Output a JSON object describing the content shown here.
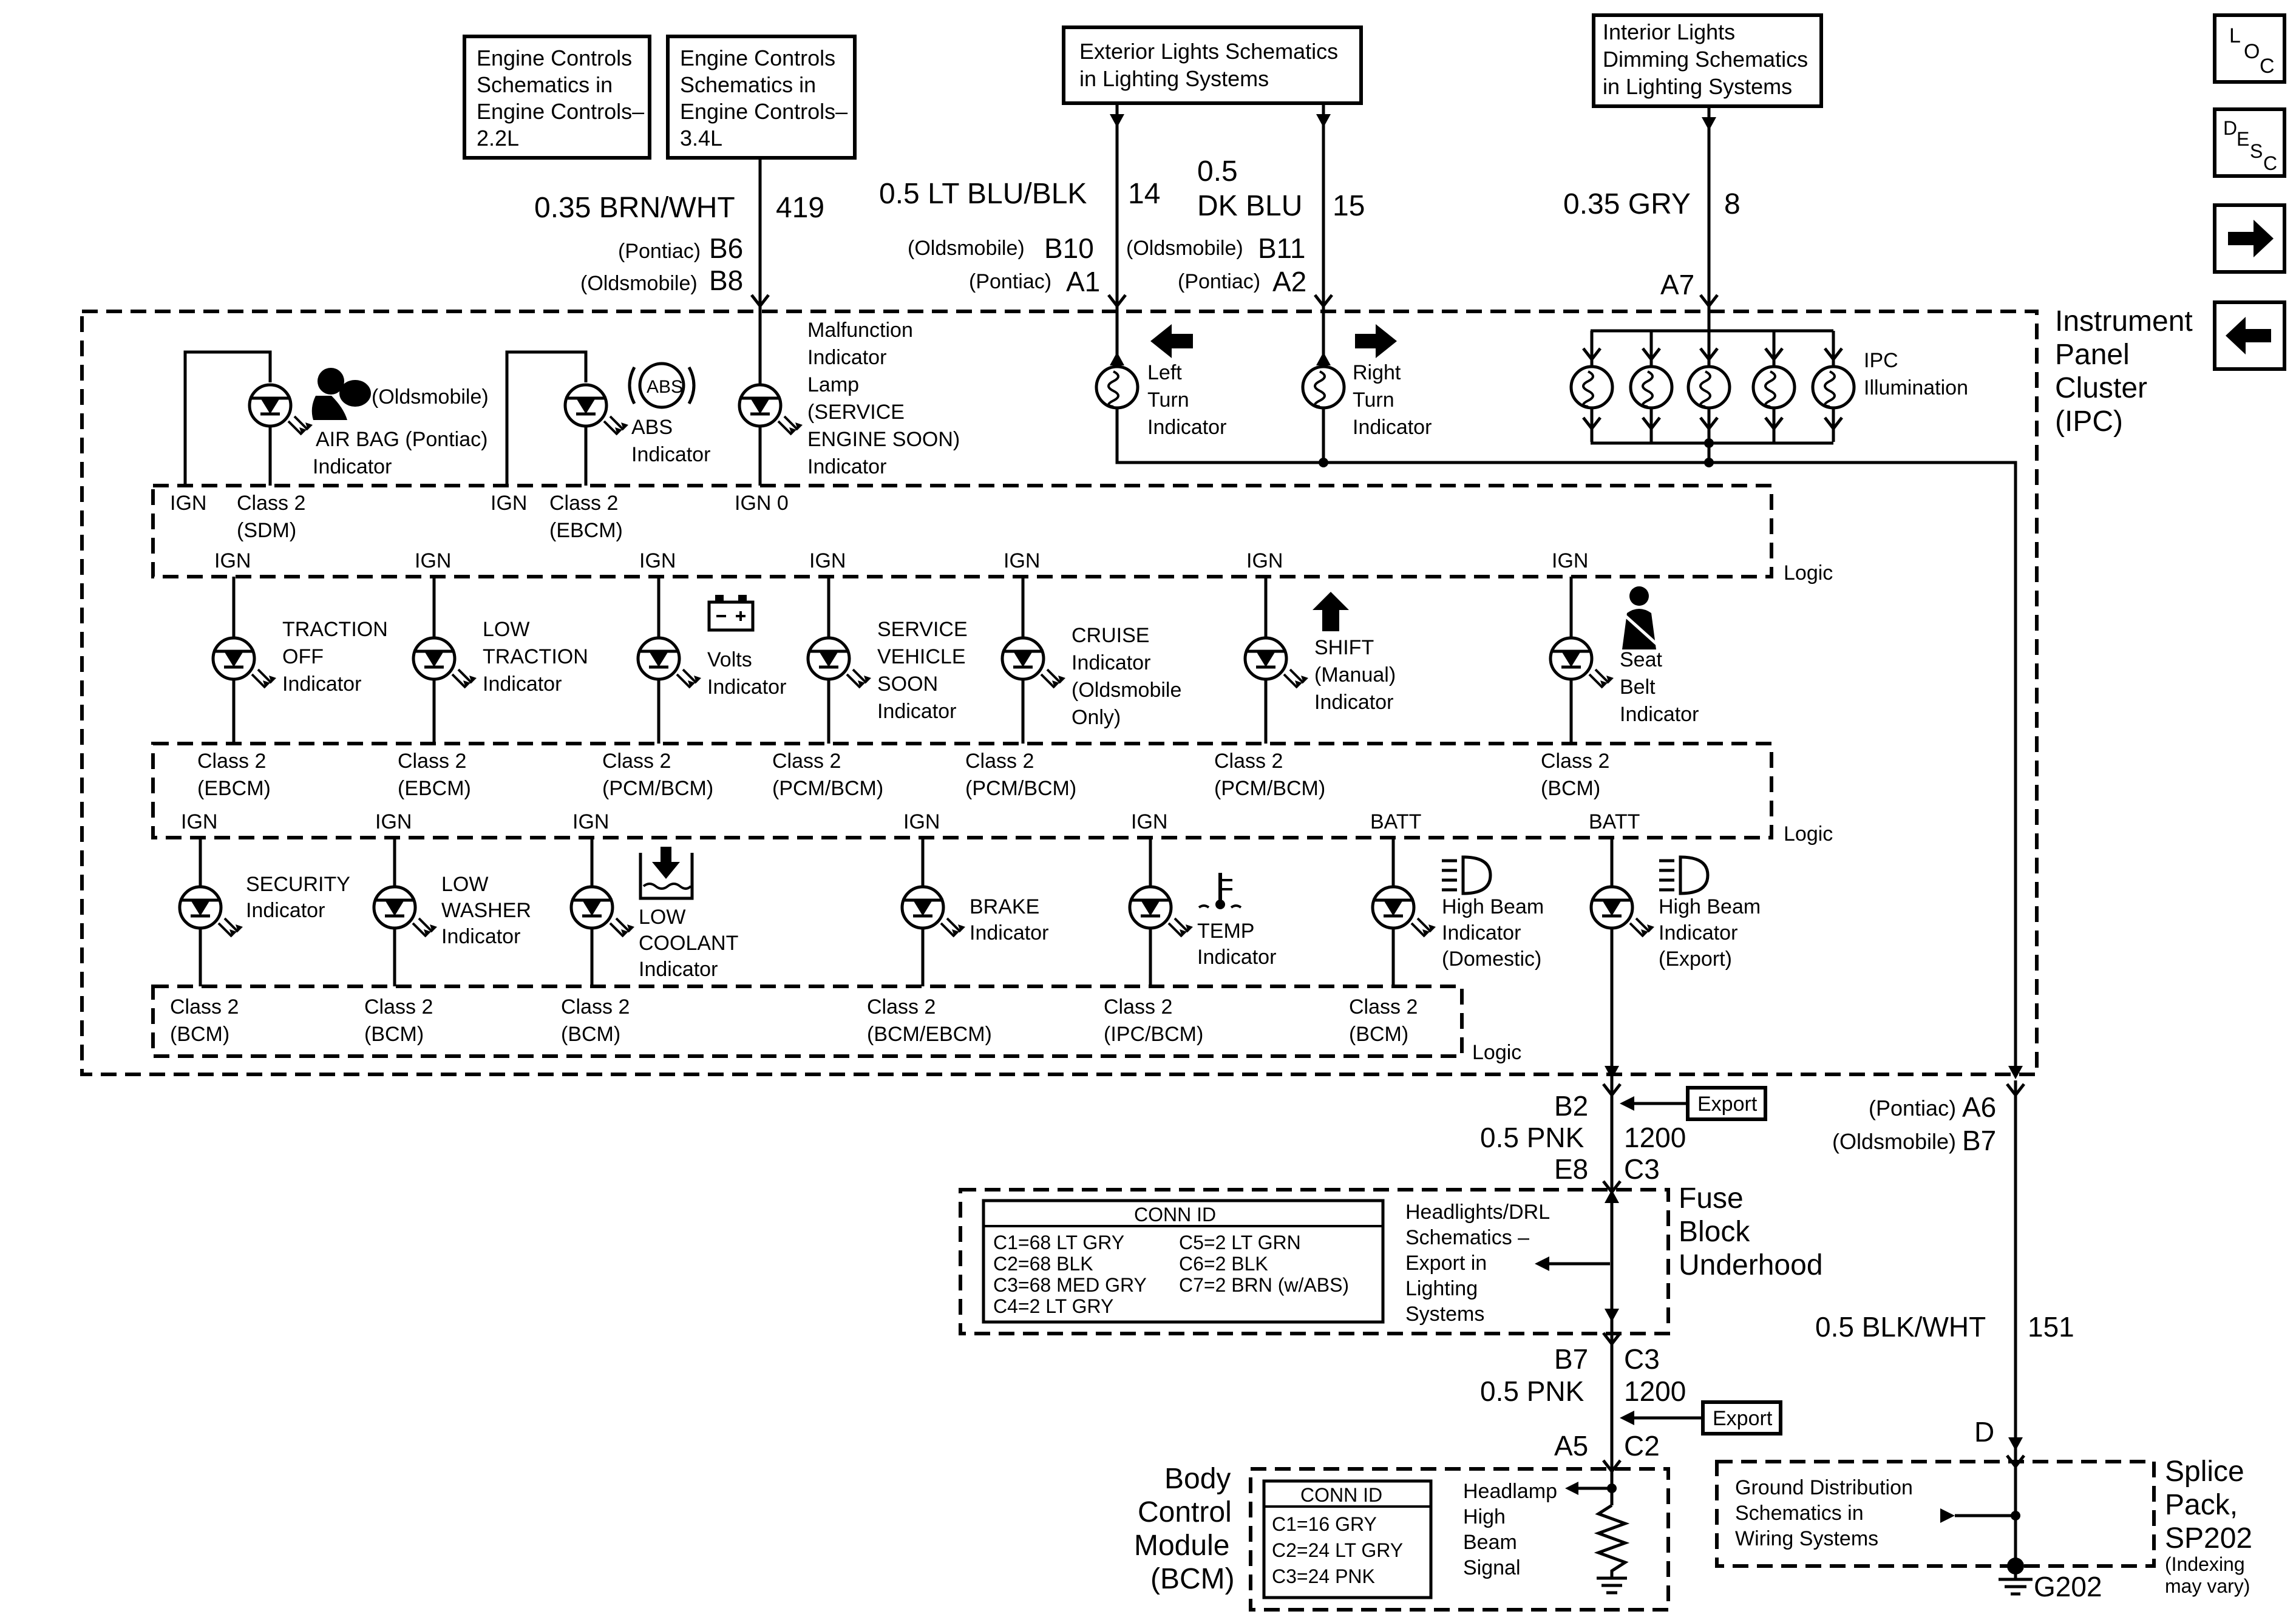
{
  "boxes": {
    "engine_22": [
      "Engine Controls",
      "Schematics in",
      "Engine Controls–",
      "2.2L"
    ],
    "engine_34": [
      "Engine Controls",
      "Schematics in",
      "Engine Controls–",
      "3.4L"
    ],
    "exterior": [
      "Exterior Lights Schematics",
      "in Lighting Systems"
    ],
    "interior": [
      "Interior Lights",
      "Dimming Schematics",
      "in Lighting Systems"
    ]
  },
  "nav": {
    "loc": "LOC",
    "desc": "DESC"
  },
  "top_wires": {
    "mil": {
      "wire": "0.35 BRN/WHT",
      "circuit": "419",
      "pin1_note": "(Pontiac)",
      "pin1": "B6",
      "pin2_note": "(Oldsmobile)",
      "pin2": "B8"
    },
    "left": {
      "wire": "0.5 LT BLU/BLK",
      "circuit": "14",
      "pin1_note": "(Oldsmobile)",
      "pin1": "B10",
      "pin2_note": "(Pontiac)",
      "pin2": "A1"
    },
    "right": {
      "wire_line1": "0.5",
      "wire_line2": "DK BLU",
      "circuit": "15",
      "pin1_note": "(Oldsmobile)",
      "pin1": "B11",
      "pin2_note": "(Pontiac)",
      "pin2": "A2"
    },
    "ipc": {
      "wire": "0.35 GRY",
      "circuit": "8",
      "pin": "A7"
    }
  },
  "ipc_label": [
    "Instrument",
    "Panel",
    "Cluster",
    "(IPC)"
  ],
  "row1": {
    "airbag": {
      "note1": "(Oldsmobile)",
      "label": [
        "AIR BAG (Pontiac)",
        "Indicator"
      ]
    },
    "abs": {
      "icon_text": "ABS",
      "label": [
        "ABS",
        "Indicator"
      ]
    },
    "mil": {
      "label": [
        "Malfunction",
        "Indicator",
        "Lamp",
        "(SERVICE",
        "ENGINE SOON)",
        "Indicator"
      ]
    },
    "left_turn": [
      "Left",
      "Turn",
      "Indicator"
    ],
    "right_turn": [
      "Right",
      "Turn",
      "Indicator"
    ],
    "ipc_illum": [
      "IPC",
      "Illumination"
    ],
    "ign": "IGN",
    "class2_sdm": [
      "Class 2",
      "(SDM)"
    ],
    "class2_ebcm": [
      "Class 2",
      "(EBCM)"
    ],
    "ign0": "IGN 0",
    "logic": "Logic"
  },
  "row2": {
    "items": [
      {
        "top": "IGN",
        "label": [
          "TRACTION",
          "OFF",
          "Indicator"
        ],
        "bottom": [
          "Class 2",
          "(EBCM)"
        ]
      },
      {
        "top": "IGN",
        "label": [
          "LOW",
          "TRACTION",
          "Indicator"
        ],
        "bottom": [
          "Class 2",
          "(EBCM)"
        ]
      },
      {
        "top": "IGN",
        "label": [
          "Volts",
          "Indicator"
        ],
        "bottom": [
          "Class 2",
          "(PCM/BCM)"
        ]
      },
      {
        "top": "IGN",
        "label": [
          "SERVICE",
          "VEHICLE",
          "SOON",
          "Indicator"
        ],
        "bottom": [
          "Class 2",
          "(PCM/BCM)"
        ]
      },
      {
        "top": "IGN",
        "label": [
          "CRUISE",
          "Indicator",
          "(Oldsmobile",
          "Only)"
        ],
        "bottom": [
          "Class 2",
          "(PCM/BCM)"
        ]
      },
      {
        "top": "IGN",
        "label": [
          "SHIFT",
          "(Manual)",
          "Indicator"
        ],
        "bottom": [
          "Class 2",
          "(PCM/BCM)"
        ]
      },
      {
        "top": "IGN",
        "label": [
          "Seat",
          "Belt",
          "Indicator"
        ],
        "bottom": [
          "Class 2",
          "(BCM)"
        ]
      }
    ],
    "logic": "Logic"
  },
  "row3": {
    "items": [
      {
        "top": "IGN",
        "label": [
          "SECURITY",
          "Indicator"
        ],
        "bottom": [
          "Class 2",
          "(BCM)"
        ]
      },
      {
        "top": "IGN",
        "label": [
          "LOW",
          "WASHER",
          "Indicator"
        ],
        "bottom": [
          "Class 2",
          "(BCM)"
        ]
      },
      {
        "top": "IGN",
        "label": [
          "LOW",
          "COOLANT",
          "Indicator"
        ],
        "bottom": [
          "Class 2",
          "(BCM)"
        ]
      },
      {
        "top": "IGN",
        "label": [
          "BRAKE",
          "Indicator"
        ],
        "bottom": [
          "Class 2",
          "(BCM/EBCM)"
        ]
      },
      {
        "top": "IGN",
        "label": [
          "TEMP",
          "Indicator"
        ],
        "bottom": [
          "Class 2",
          "(IPC/BCM)"
        ]
      },
      {
        "top": "BATT",
        "label": [
          "High Beam",
          "Indicator",
          "(Domestic)"
        ],
        "bottom": [
          "Class 2",
          "(BCM)"
        ]
      },
      {
        "top": "BATT",
        "label": [
          "High Beam",
          "Indicator",
          "(Export)"
        ]
      }
    ],
    "logic": "Logic"
  },
  "lower": {
    "export": "Export",
    "b2": "B2",
    "pnk1_wire": "0.5 PNK",
    "pnk1_circuit": "1200",
    "e8": "E8",
    "c3_top": "C3",
    "fuse_block": [
      "Fuse",
      "Block",
      "Underhood"
    ],
    "conn_fuse_title": "CONN ID",
    "conn_fuse": [
      "C1=68 LT GRY",
      "C2=68 BLK",
      "C3=68 MED GRY",
      "C4=2 LT GRY",
      "C5=2 LT GRN",
      "C6=2 BLK",
      "C7=2 BRN (w/ABS)"
    ],
    "headlights": [
      "Headlights/DRL",
      "Schematics –",
      "Export in",
      "Lighting",
      "Systems"
    ],
    "b7": "B7",
    "c3_bottom": "C3",
    "pnk2_wire": "0.5 PNK",
    "pnk2_circuit": "1200",
    "a5": "A5",
    "c2": "C2",
    "bcm": [
      "Body",
      "Control",
      "Module",
      "(BCM)"
    ],
    "conn_bcm_title": "CONN ID",
    "conn_bcm": [
      "C1=16 GRY",
      "C2=24 LT GRY",
      "C3=24 PNK"
    ],
    "headlamp_signal": [
      "Headlamp",
      "High",
      "Beam",
      "Signal"
    ],
    "a6_note": "(Pontiac)",
    "a6": "A6",
    "b7_note": "(Oldsmobile)",
    "b7_ground": "B7",
    "blk_wire": "0.5 BLK/WHT",
    "blk_circuit": "151",
    "d": "D",
    "ground_dist": [
      "Ground Distribution",
      "Schematics in",
      "Wiring Systems"
    ],
    "splice": [
      "Splice",
      "Pack,",
      "SP202"
    ],
    "splice_note": [
      "(Indexing",
      "may vary)"
    ],
    "g202": "G202"
  }
}
